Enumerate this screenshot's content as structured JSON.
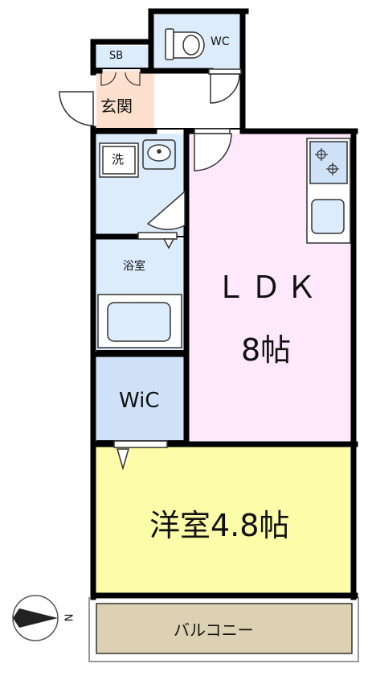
{
  "rooms": {
    "wc": "WC",
    "sb": "SB",
    "entrance": "玄関",
    "washroom": "洗",
    "bathroom": "浴室",
    "ldk_name": "ＬＤＫ",
    "ldk_size": "8帖",
    "wic": "WiC",
    "western_room": "洋室4.8帖",
    "balcony": "バルコニー"
  },
  "compass": {
    "letter": "N"
  },
  "colors": {
    "ldk": "#fde9fb",
    "western_room": "#fdfca8",
    "wet_area": "#dcecfb",
    "wic": "#cfe2f8",
    "entrance": "#fde0cd",
    "balcony": "#dcd1b2",
    "wall": "#000000"
  }
}
